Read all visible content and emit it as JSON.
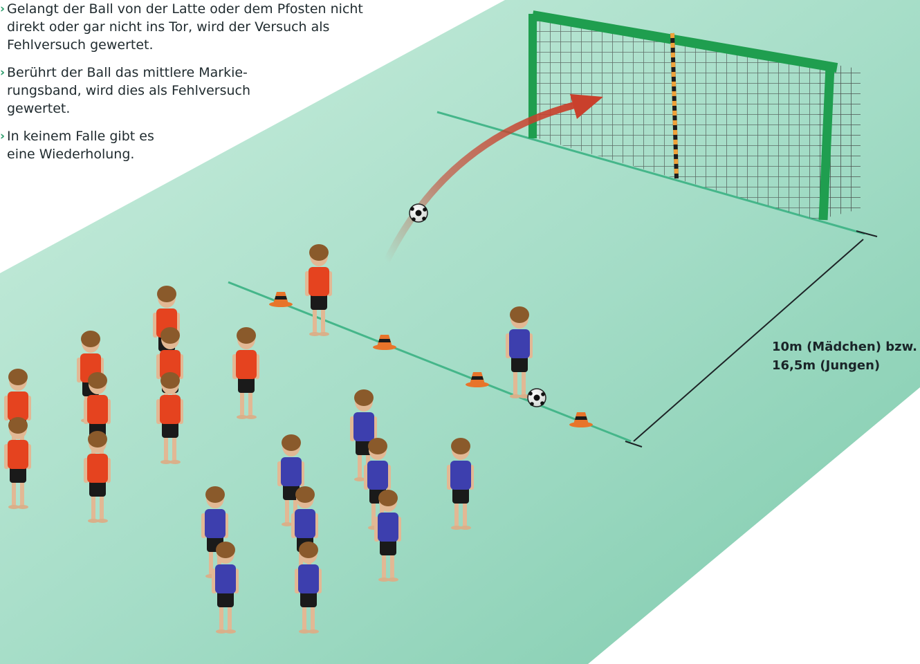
{
  "rules": [
    {
      "text": "Gelangt der Ball von der Latte oder dem Pfosten nicht\ndirekt oder gar nicht ins Tor, wird der Versuch als\nFehlversuch gewertet."
    },
    {
      "text": "Berührt der Ball das mittlere Markie-\nrungsband, wird dies als Fehlversuch\ngewertet."
    },
    {
      "text": "In keinem Falle gibt es\neine Wiederholung."
    }
  ],
  "distance_label": "10m (Mädchen) bzw.\n16,5m (Jungen)",
  "colors": {
    "field": "#a6dcc7",
    "goal_frame": "#1f9e4f",
    "trajectory": "#c9402c",
    "team_red": "#e5431f",
    "team_blue": "#3d3fae",
    "cone": "#e8742a"
  },
  "icons": {
    "bullet": "chevron-right",
    "ball": "soccer-ball",
    "cone": "training-cone"
  }
}
